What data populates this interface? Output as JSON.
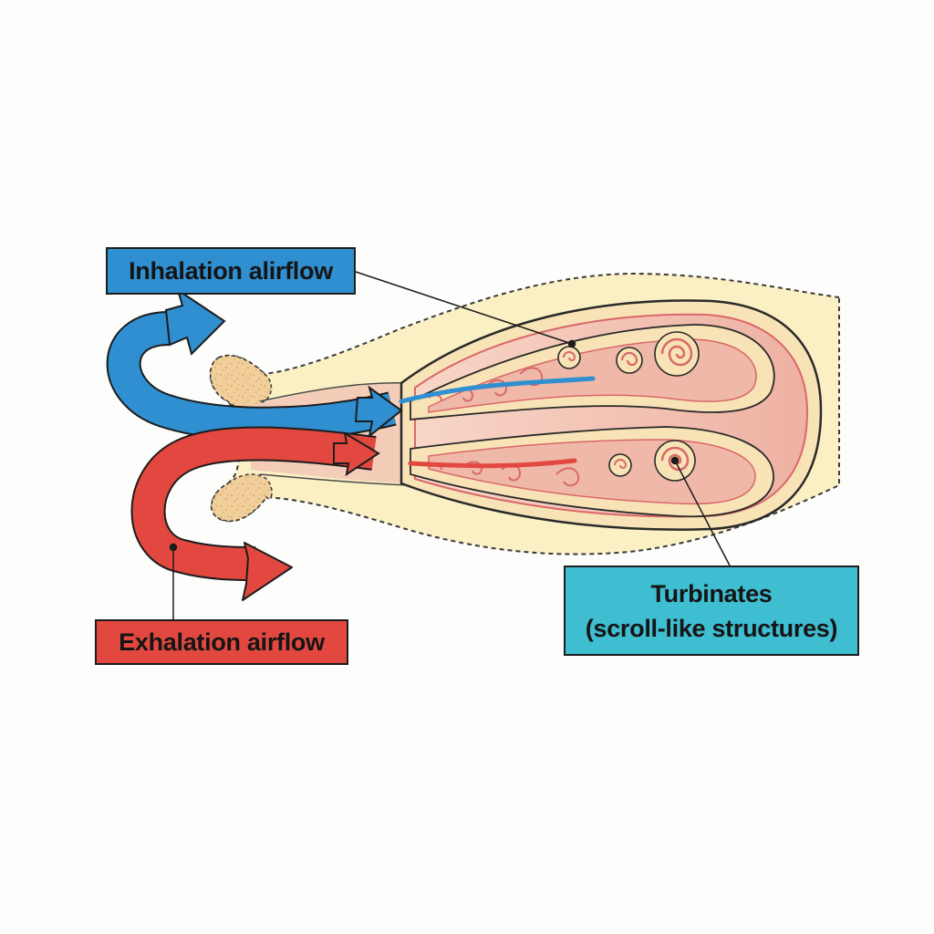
{
  "labels": {
    "inhalation": "Inhalation alirflow",
    "exhalation": "Exhalation airflow",
    "turbinates_line1": "Turbinates",
    "turbinates_line2": "(scroll-like structures)"
  },
  "colors": {
    "inhalation": "#2f8fd0",
    "exhalation": "#e2483f",
    "turbinates": "#3fbdd1",
    "tissue_outer": "#fbefc4",
    "tissue_inner": "#f0b9aa",
    "scroll_line": "#d9686a",
    "background": "#fdfdfc"
  },
  "icons": {
    "inhalation_arrow": "curved-arrow-right",
    "exhalation_arrow": "curved-arrow-right"
  }
}
